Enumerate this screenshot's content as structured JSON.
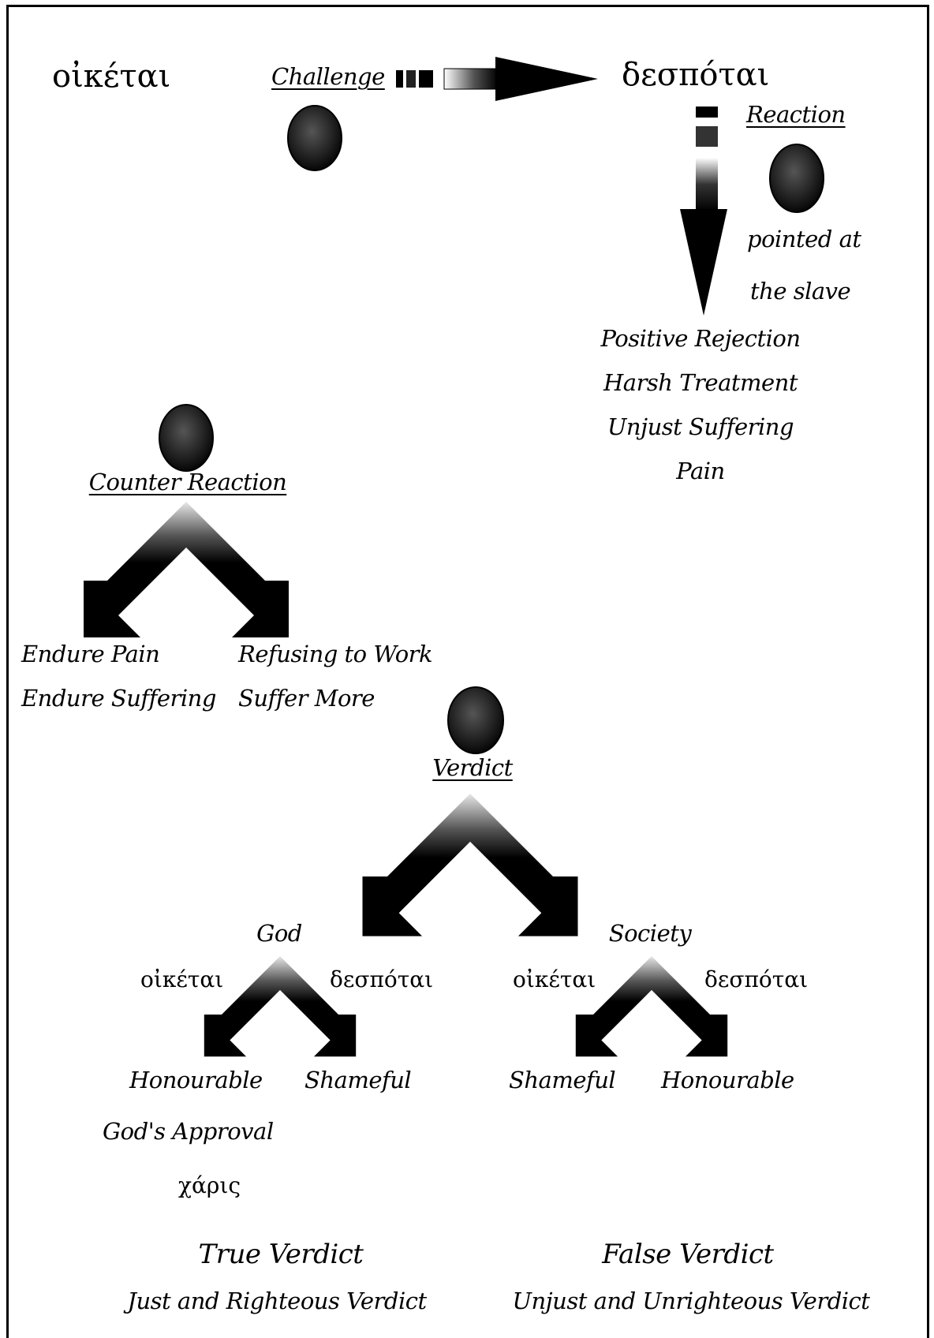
{
  "colors": {
    "ink": "#000000",
    "background": "#ffffff"
  },
  "top": {
    "left_term": "οἰκέται",
    "right_term": "δεσπόται",
    "challenge_label": "Challenge",
    "reaction_label": "Reaction",
    "reaction_note": [
      "pointed at",
      "the slave"
    ],
    "reaction_results": [
      "Positive Rejection",
      "Harsh Treatment",
      "Unjust Suffering",
      "Pain"
    ]
  },
  "counter_reaction": {
    "label": "Counter Reaction",
    "left_items": [
      "Endure Pain",
      "Endure Suffering"
    ],
    "right_items": [
      "Refusing to Work",
      "Suffer More"
    ]
  },
  "verdict": {
    "label": "Verdict",
    "god": {
      "label": "God",
      "left_term": "οἰκέται",
      "right_term": "δεσπόται",
      "left_result": "Honourable",
      "right_result": "Shameful",
      "extras": [
        "God's Approval",
        "χάρις"
      ]
    },
    "society": {
      "label": "Society",
      "left_term": "οἰκέται",
      "right_term": "δεσπόται",
      "left_result": "Shameful",
      "right_result": "Honourable"
    },
    "true_verdict": {
      "title": "True Verdict",
      "subtitle": "Just and Righteous Verdict"
    },
    "false_verdict": {
      "title": "False Verdict",
      "subtitle": "Unjust and Unrighteous Verdict"
    }
  },
  "icons": [
    "step-1-badge-icon",
    "step-2-badge-icon",
    "step-3-badge-icon",
    "step-4-badge-icon",
    "right-arrow-icon",
    "down-arrow-icon",
    "split-arrow-icon"
  ]
}
